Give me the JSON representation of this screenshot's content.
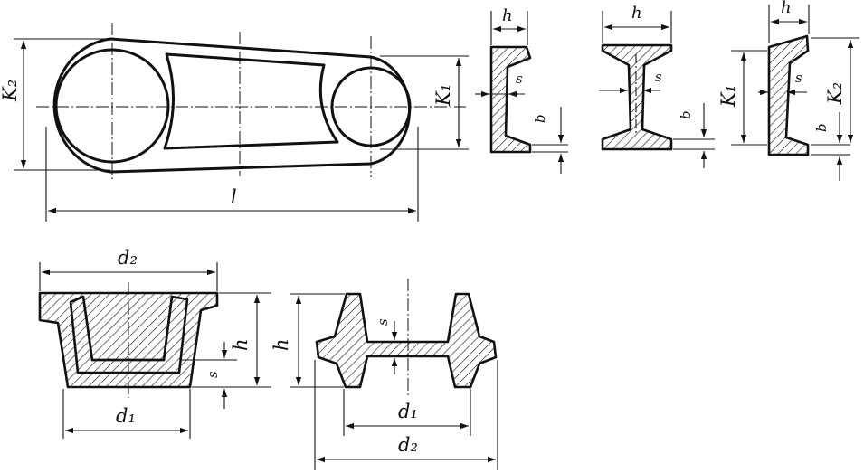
{
  "labels": {
    "l": "l",
    "k1": "K₁",
    "k2": "K₂",
    "h": "h",
    "s": "s",
    "b": "b",
    "d1": "d₁",
    "d2": "d₂"
  }
}
